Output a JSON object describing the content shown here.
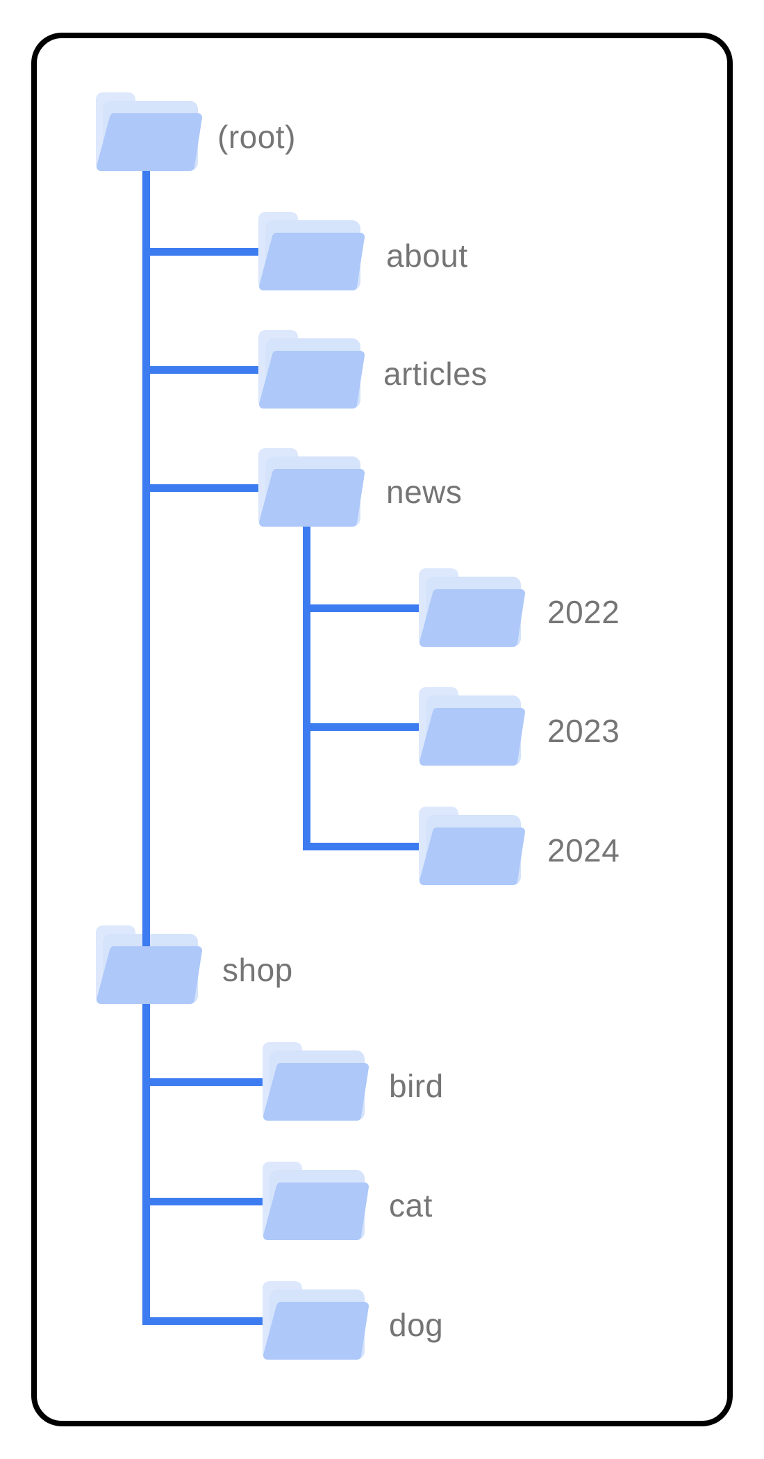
{
  "diagram": {
    "kind": "folder-tree",
    "tree": {
      "label": "(root)",
      "children": [
        {
          "label": "about",
          "children": []
        },
        {
          "label": "articles",
          "children": []
        },
        {
          "label": "news",
          "children": [
            {
              "label": "2022"
            },
            {
              "label": "2023"
            },
            {
              "label": "2024"
            }
          ]
        },
        {
          "label": "shop",
          "children": [
            {
              "label": "bird"
            },
            {
              "label": "cat"
            },
            {
              "label": "dog"
            }
          ]
        }
      ]
    },
    "colors": {
      "connector": "#3C7CF0",
      "folder_front": "#ADC8F9",
      "folder_mid": "#D5E3FB",
      "folder_back": "#DDE8FD",
      "label_text": "#757575",
      "card_border": "#000000",
      "card_background": "#FFFFFF",
      "page_background": "#FFFFFF"
    }
  }
}
